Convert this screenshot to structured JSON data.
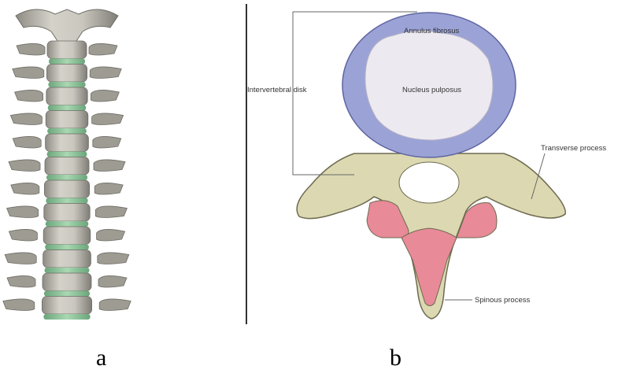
{
  "panels": {
    "a": {
      "caption": "a"
    },
    "b": {
      "caption": "b",
      "labels": {
        "annulus": "Annulus fibrosus",
        "nucleus": "Nucleus pulposus",
        "disk": "Intervertebral disk",
        "transverse": "Transverse process",
        "spinous": "Spinous process"
      }
    }
  },
  "colors": {
    "annulus": "#9ba3d6",
    "nucleus": "#e9e6ee",
    "bone": "#dcd9b2",
    "marrow": "#e88a98",
    "disc_green": "#8fc79c",
    "vertebra_grey": "#b9b7ad"
  }
}
